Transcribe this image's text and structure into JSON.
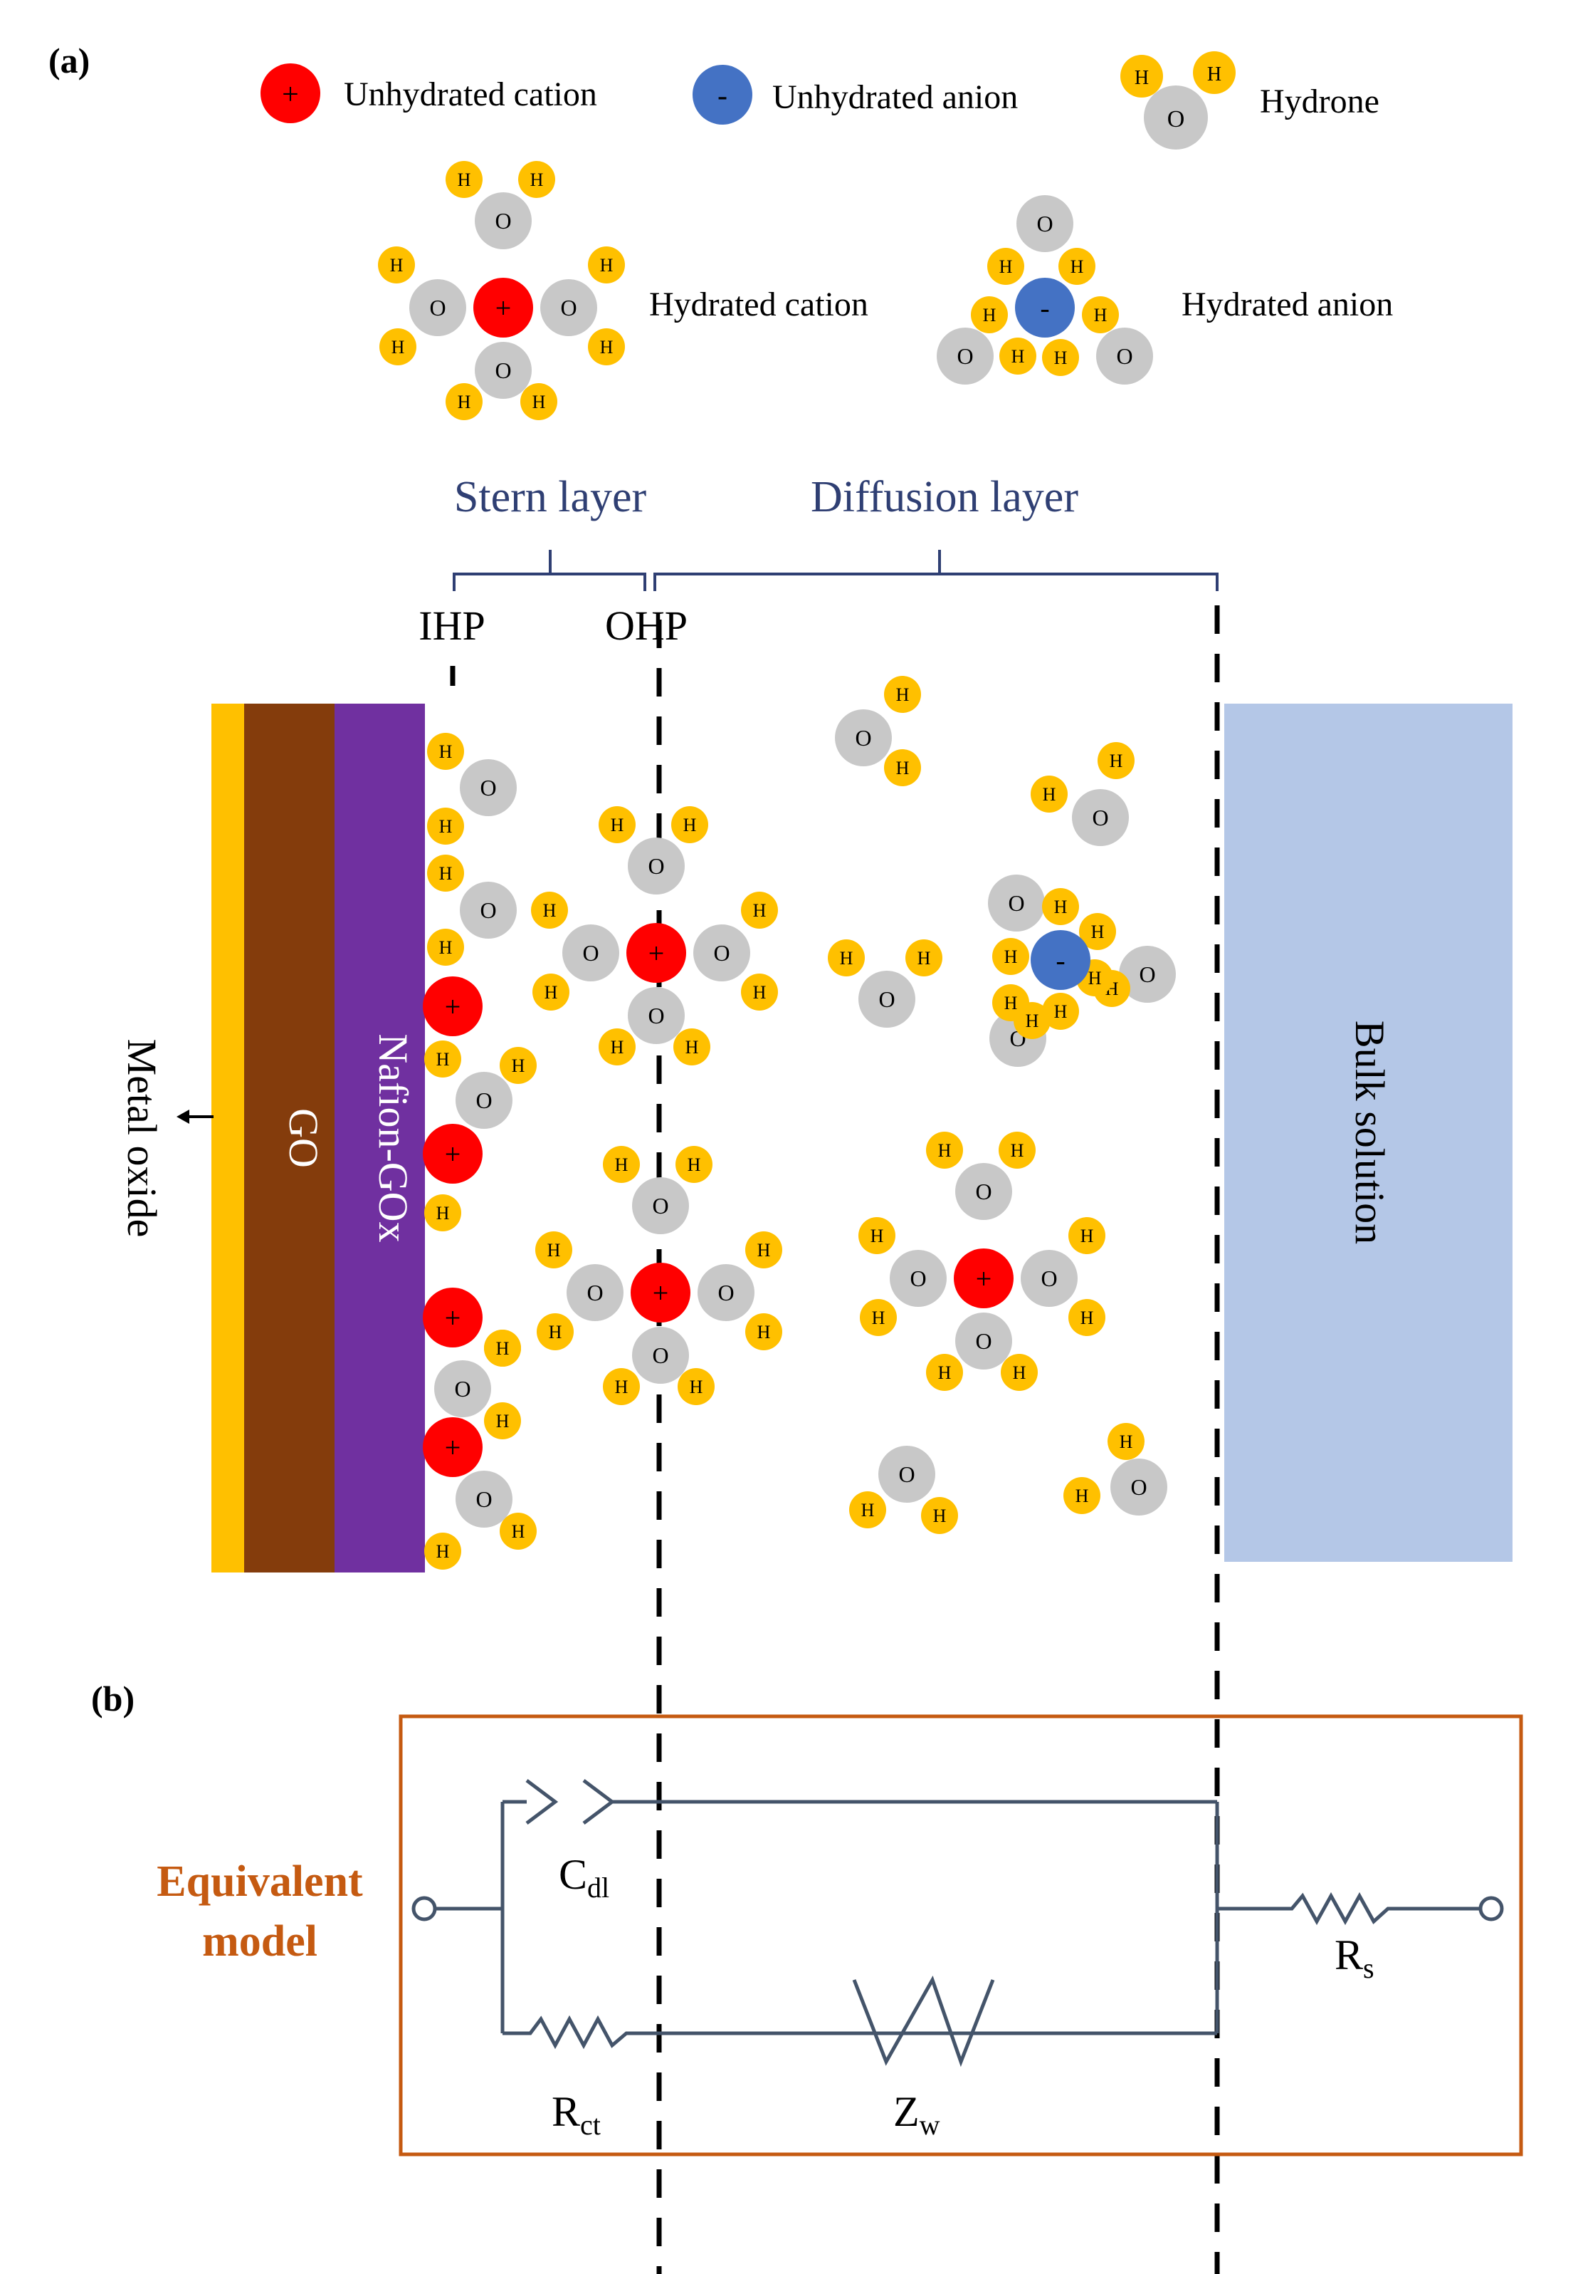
{
  "panels": {
    "a": "(a)",
    "b": "(b)"
  },
  "legend": {
    "unhydrated_cation": "Unhydrated cation",
    "unhydrated_anion": "Unhydrated anion",
    "hydrone": "Hydrone",
    "hydrated_cation": "Hydrated cation",
    "hydrated_anion": "Hydrated anion"
  },
  "layers": {
    "stern": "Stern layer",
    "diffusion": "Diffusion layer",
    "ihp": "IHP",
    "ohp": "OHP",
    "metal_oxide": "Metal oxide",
    "go": "GO",
    "nafion": "Nafion-GOx",
    "bulk": "Bulk solution"
  },
  "atoms": {
    "o": "O",
    "h": "H",
    "plus": "+",
    "minus": "-"
  },
  "circuit": {
    "title_line1": "Equivalent",
    "title_line2": "model",
    "cdl_main": "C",
    "cdl_sub": "dl",
    "rct_main": "R",
    "rct_sub": "ct",
    "zw_main": "Z",
    "zw_sub": "w",
    "rs_main": "R",
    "rs_sub": "s"
  },
  "colors": {
    "cation": "#ff0000",
    "anion": "#4472c4",
    "oxygen": "#c8c8c8",
    "hydrogen": "#ffc000",
    "gold_layer": "#ffc000",
    "go_layer": "#843c0c",
    "nafion_layer": "#7030a0",
    "bulk": "#b4c7e7",
    "label_blue": "#2f3f73",
    "circuit_line": "#44546a",
    "box": "#c55a11"
  }
}
